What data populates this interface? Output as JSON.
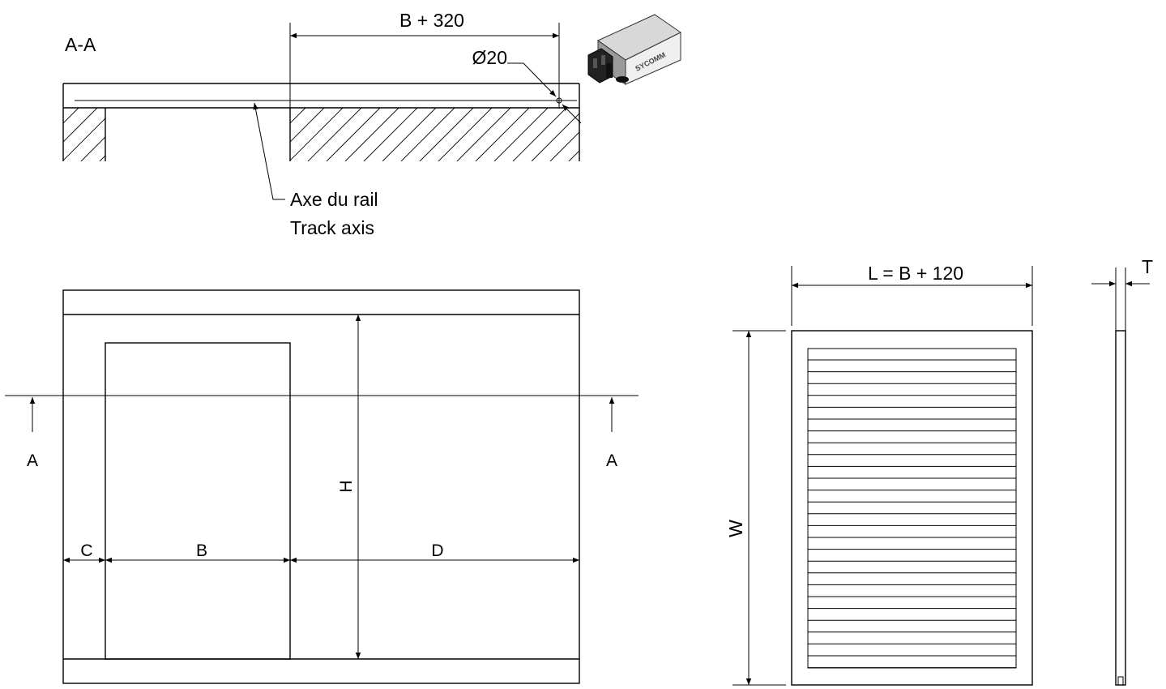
{
  "section_view": {
    "title": "A-A",
    "dim_top": "B + 320",
    "diameter": "Ø20",
    "track_label_fr": "Axe du rail",
    "track_label_en": "Track axis",
    "brand": "SYCOMM"
  },
  "front_view": {
    "section_mark_left": "A",
    "section_mark_right": "A",
    "dim_c": "C",
    "dim_b": "B",
    "dim_d": "D",
    "dim_h": "H"
  },
  "door_view": {
    "dim_l": "L = B + 120",
    "dim_w": "W",
    "dim_t": "T"
  }
}
